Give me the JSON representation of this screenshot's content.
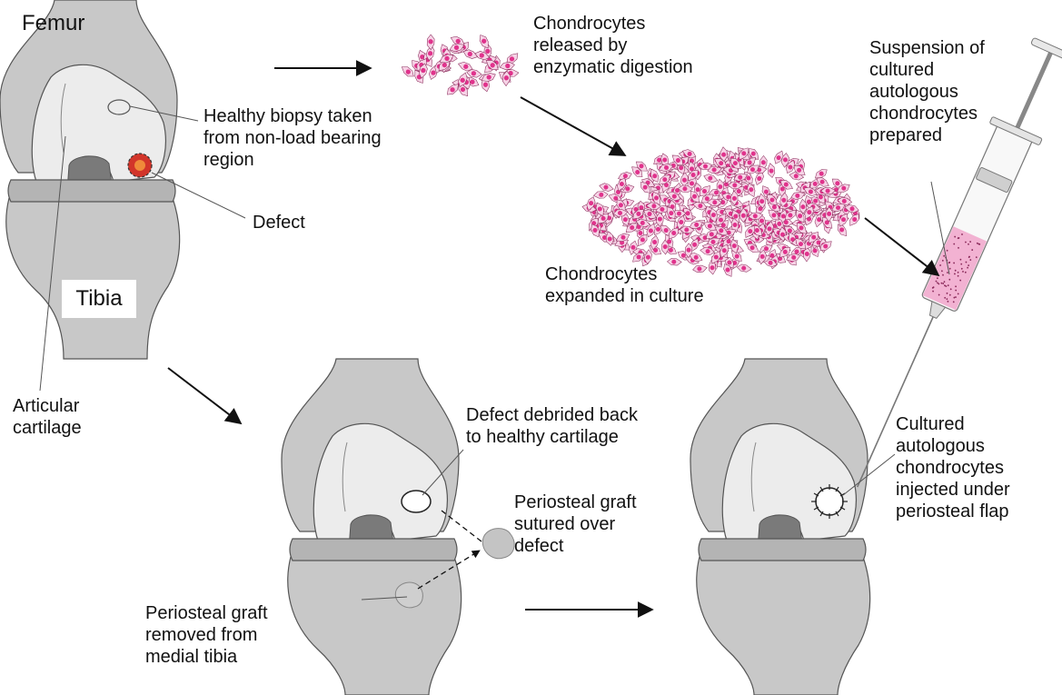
{
  "labels": {
    "femur": "Femur",
    "tibia": "Tibia",
    "biopsy": "Healthy biopsy taken\nfrom non-load bearing\nregion",
    "defect": "Defect",
    "articular": "Articular\ncartilage",
    "released": "Chondrocytes\nreleased by\nenzymatic digestion",
    "expanded": "Chondrocytes\nexpanded in culture",
    "suspension": "Suspension of\ncultured\nautologous\nchondrocytes\nprepared",
    "debrided": "Defect debrided back\nto healthy cartilage",
    "sutured": "Periosteal graft\nsutured over\ndefect",
    "removed": "Periosteal graft\nremoved from\nmedial tibia",
    "injected": "Cultured\nautologous\nchondrocytes\ninjected under\nperiosteal flap"
  },
  "colors": {
    "bone": "#c8c8c8",
    "cartilage": "#ececec",
    "notch": "#7a7a7a",
    "meniscus": "#b4b4b4",
    "cell": "#e0338c",
    "defect": "#d2352a",
    "syringe_fluid": "#f2b2d2"
  }
}
